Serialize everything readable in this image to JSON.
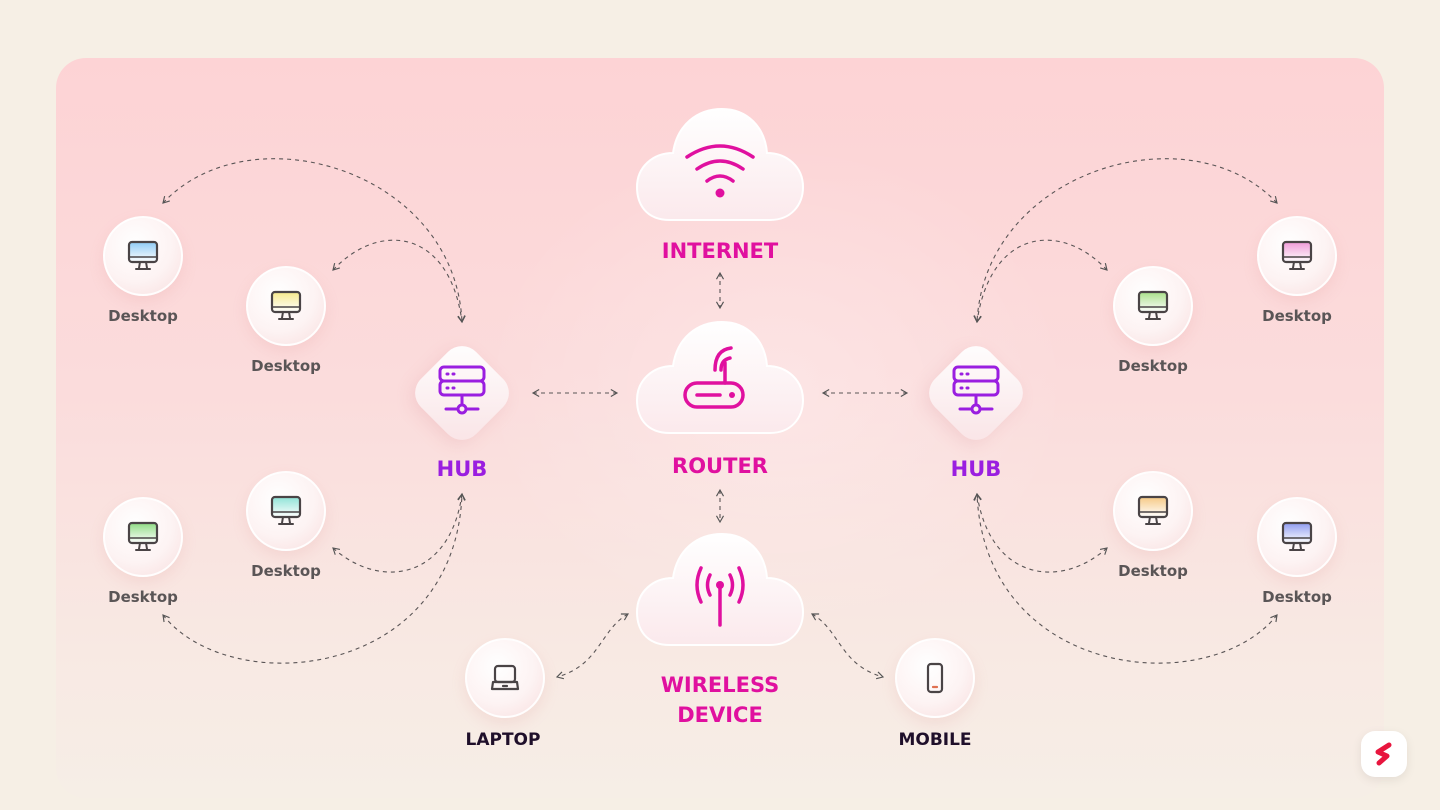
{
  "internet": {
    "label": "INTERNET"
  },
  "router": {
    "label": "ROUTER"
  },
  "wireless": {
    "label_line1": "WIRELESS",
    "label_line2": "DEVICE"
  },
  "hubs": [
    {
      "label": "HUB"
    },
    {
      "label": "HUB"
    }
  ],
  "desktops": [
    {
      "label": "Desktop",
      "screen": "#8fcbf5"
    },
    {
      "label": "Desktop",
      "screen": "#f6e98c"
    },
    {
      "label": "Desktop",
      "screen": "#8fdc84"
    },
    {
      "label": "Desktop",
      "screen": "#8fe3d7"
    },
    {
      "label": "Desktop",
      "screen": "#f09ad8"
    },
    {
      "label": "Desktop",
      "screen": "#a9e08a"
    },
    {
      "label": "Desktop",
      "screen": "#f6c984"
    },
    {
      "label": "Desktop",
      "screen": "#8f9bf0"
    }
  ],
  "laptop": {
    "label": "LAPTOP"
  },
  "mobile": {
    "label": "MOBILE"
  },
  "colors": {
    "magenta": "#e0109f",
    "purple": "#9a1ee0",
    "logo": "#e8153e"
  }
}
